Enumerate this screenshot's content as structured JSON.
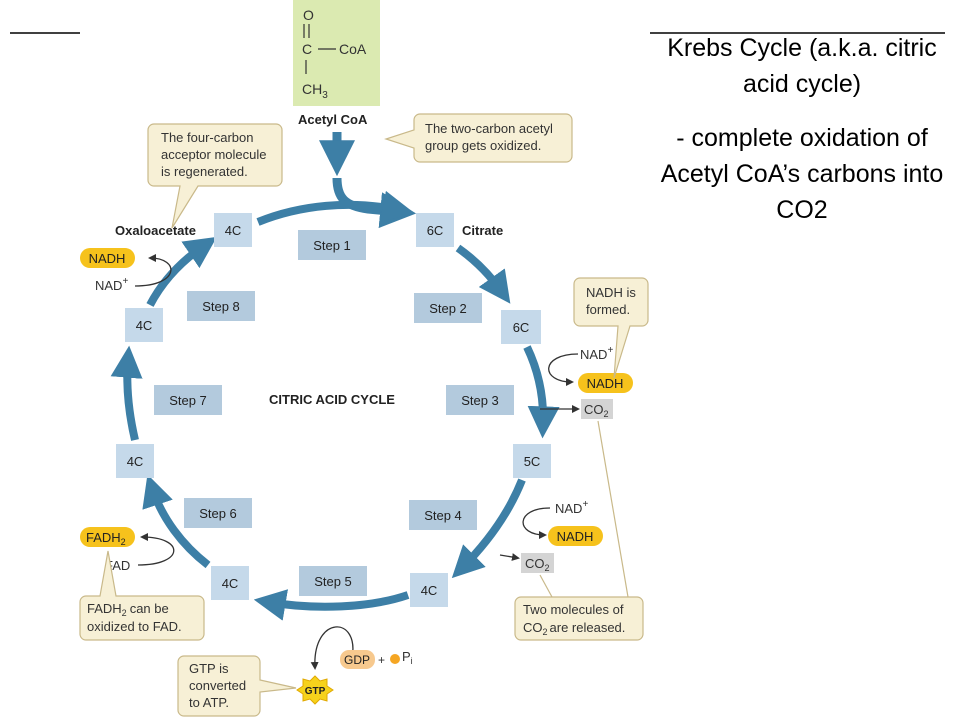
{
  "slide": {
    "title": "Krebs Cycle (a.k.a. citric acid cycle)",
    "subtitle": "- complete oxidation of Acetyl CoA’s carbons into CO2"
  },
  "diagram": {
    "center_label": "CITRIC ACID CYCLE",
    "acetyl_coa": {
      "structure_o": "O",
      "structure_c": "C",
      "structure_coa": "CoA",
      "structure_ch": "CH",
      "structure_sub3": "3",
      "name": "Acetyl CoA"
    },
    "steps": [
      "Step 1",
      "Step 2",
      "Step 3",
      "Step 4",
      "Step 5",
      "Step 6",
      "Step 7",
      "Step 8"
    ],
    "nodes": {
      "citrate_box": "6C",
      "citrate_label": "Citrate",
      "node_6c": "6C",
      "node_5c": "5C",
      "node_4c_bottom_right": "4C",
      "node_4c_bottom_left": "4C",
      "node_4c_left_lower": "4C",
      "node_4c_left_upper": "4C",
      "oxaloacetate_box": "4C",
      "oxaloacetate_label": "Oxaloacetate"
    },
    "molecules": {
      "nad": "NAD",
      "plus": "+",
      "nadh": "NADH",
      "co": "CO",
      "sub2": "2",
      "fad": "FAD",
      "fadh": "FADH",
      "gdp": "GDP",
      "pi_p": "P",
      "pi_i": "i",
      "gtp": "GTP"
    },
    "callouts": {
      "four_carbon": [
        "The four-carbon",
        "acceptor molecule",
        "is regenerated."
      ],
      "two_carbon": [
        "The two-carbon acetyl",
        "group gets oxidized."
      ],
      "nadh_formed": [
        "NADH is",
        "formed."
      ],
      "co2_released_1": "Two molecules of",
      "co2_released_2a": "CO",
      "co2_released_2b": "are released.",
      "fadh2_1b": "can be",
      "fadh2_2": "oxidized to FAD.",
      "gtp": [
        "GTP is",
        "converted",
        "to ATP."
      ]
    },
    "colors": {
      "arrow": "#3d7fa6",
      "node_fill": "#c5d9ea",
      "step_fill": "#b3cadd",
      "acetyl_fill": "#dbeab1",
      "callout_fill": "#f7f0d6",
      "callout_stroke": "#c9b98a",
      "yellow": "#f6c21c",
      "co2_fill": "#d4d4d4"
    }
  }
}
